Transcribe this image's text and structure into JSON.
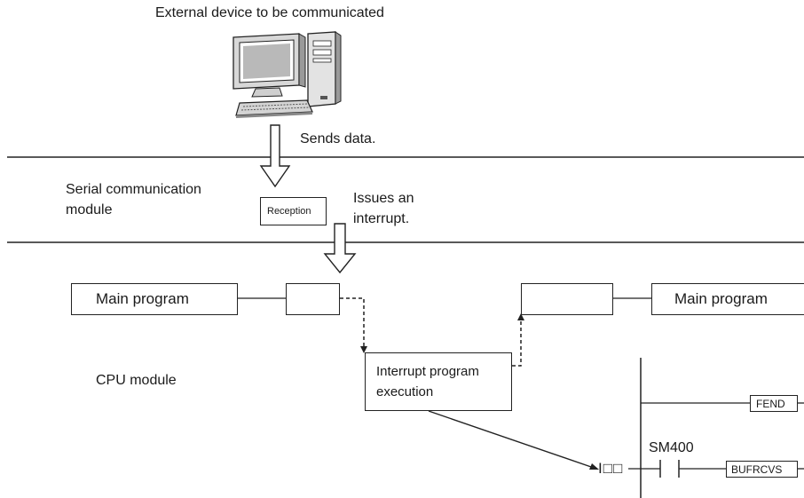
{
  "header": {
    "external_device_label": "External device to be communicated"
  },
  "arrows": {
    "sends_data": "Sends data.",
    "issues_interrupt_line1": "Issues an",
    "issues_interrupt_line2": "interrupt."
  },
  "sections": {
    "serial_module_line1": "Serial communication",
    "serial_module_line2": "module",
    "cpu_module": "CPU module"
  },
  "boxes": {
    "reception": "Reception",
    "main_program_left": "Main program",
    "main_program_right": "Main program",
    "interrupt_line1": "Interrupt program",
    "interrupt_line2": "execution"
  },
  "ladder": {
    "fend": "FEND",
    "sm400": "SM400",
    "bufrcvs": "BUFRCVS",
    "interrupt_pointer": "I□□"
  },
  "icons": [
    "computer-icon",
    "down-arrow-icon"
  ]
}
